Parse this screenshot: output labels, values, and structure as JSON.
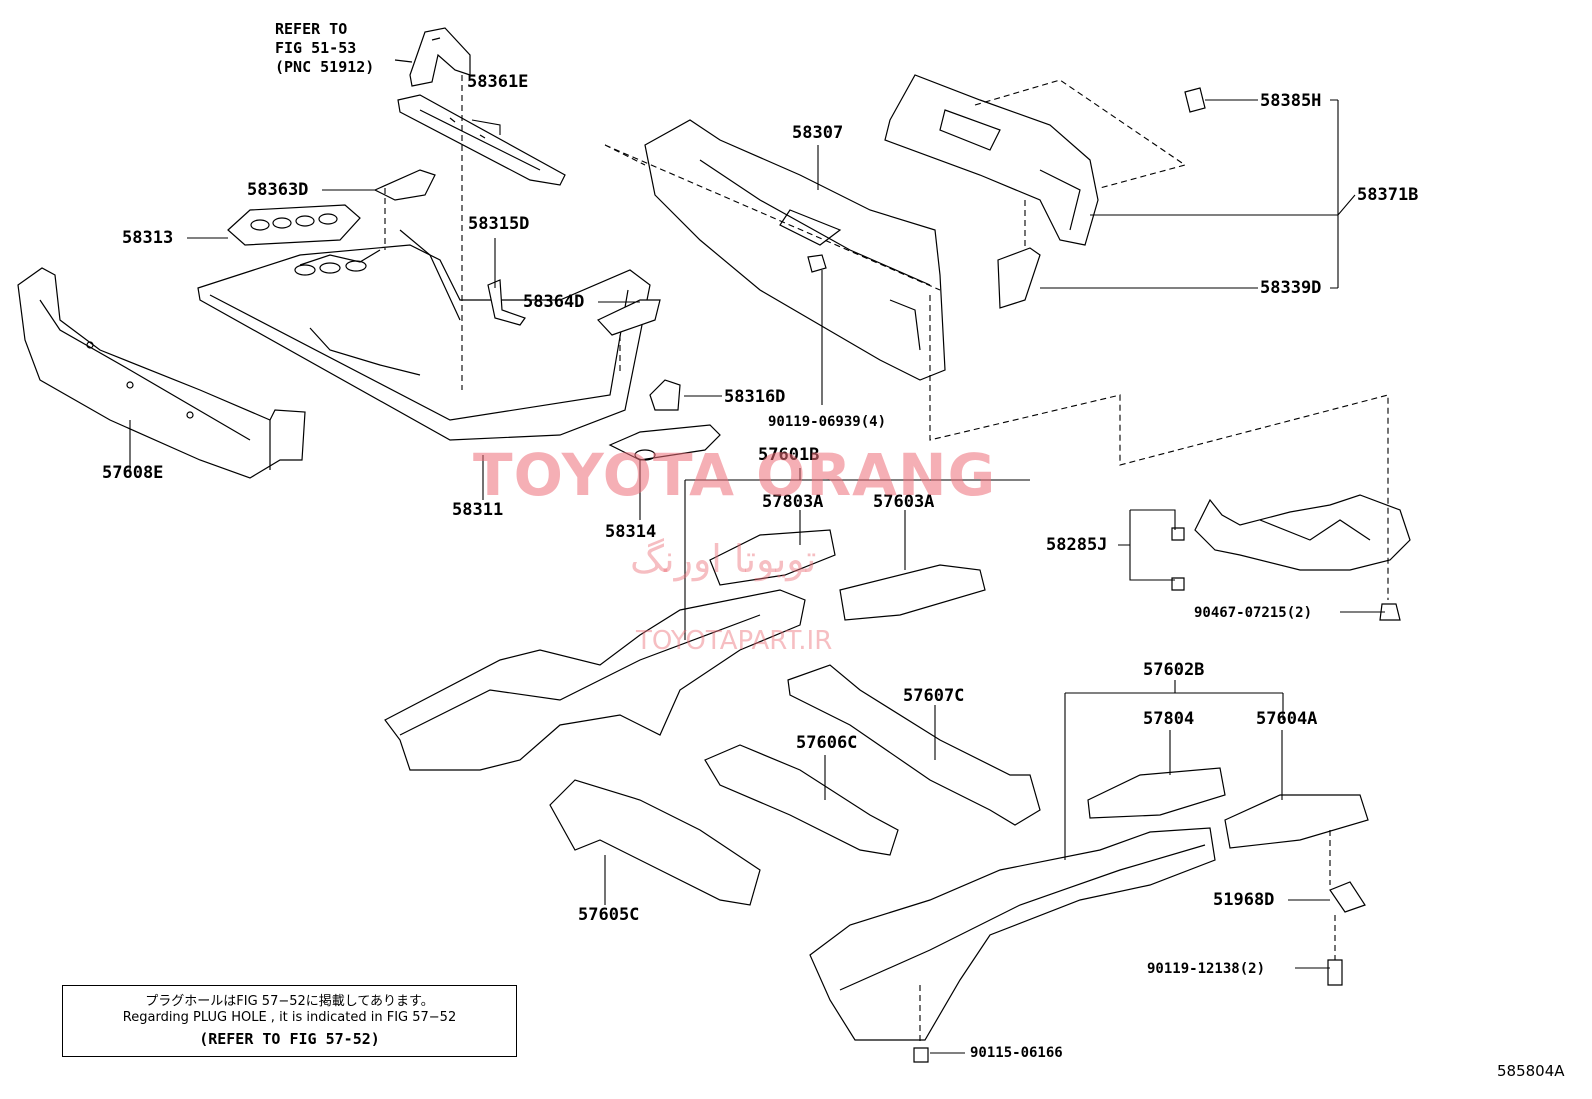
{
  "refer_note": {
    "line1": "REFER TO",
    "line2": "FIG 51-53",
    "line3": "(PNC 51912)"
  },
  "labels": {
    "p58361E": "58361E",
    "p58363D": "58363D",
    "p58313": "58313",
    "p58315D": "58315D",
    "p58364D": "58364D",
    "p58316D": "58316D",
    "p57608E": "57608E",
    "p58311": "58311",
    "p58314": "58314",
    "p58307": "58307",
    "p90119_06939": "90119-06939(4)",
    "p58385H": "58385H",
    "p58371B": "58371B",
    "p58339D": "58339D",
    "p57601B": "57601B",
    "p57803A": "57803A",
    "p57603A": "57603A",
    "p58285J": "58285J",
    "p90467_07215": "90467-07215(2)",
    "p57607C": "57607C",
    "p57606C": "57606C",
    "p57605C": "57605C",
    "p57602B": "57602B",
    "p57804": "57804",
    "p57604A": "57604A",
    "p51968D": "51968D",
    "p90119_12138": "90119-12138(2)",
    "p90115_06166": "90115-06166"
  },
  "watermark": {
    "brand": "TOYOTA ORANG",
    "persian": "تویوتا اورنگ",
    "url": "TOYOTAPART.IR"
  },
  "note_box": {
    "japanese": "プラグホールはFIG 57−52に掲載してあります。",
    "english": "Regarding PLUG HOLE , it is indicated in FIG 57−52",
    "refer": "(REFER TO FIG 57-52)"
  },
  "figure_id": "585804A"
}
